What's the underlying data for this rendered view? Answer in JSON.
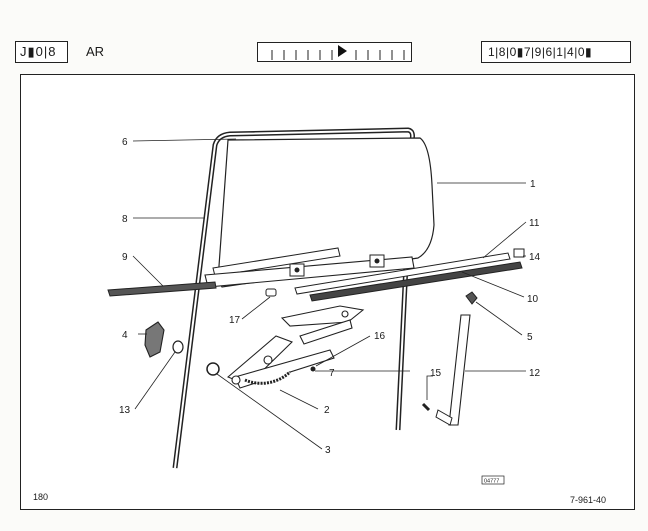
{
  "header": {
    "code": "J▮0|8",
    "code_suffix": "AR",
    "reference": "1|8|0▮7|9|6|1|4|0▮"
  },
  "diagram": {
    "callouts": [
      "1",
      "2",
      "3",
      "4",
      "5",
      "6",
      "7",
      "8",
      "9",
      "10",
      "11",
      "12",
      "13",
      "14",
      "15",
      "16",
      "17"
    ],
    "stamp": "04777"
  },
  "footer": {
    "page_number": "180",
    "document_ref": "7-961-40"
  }
}
